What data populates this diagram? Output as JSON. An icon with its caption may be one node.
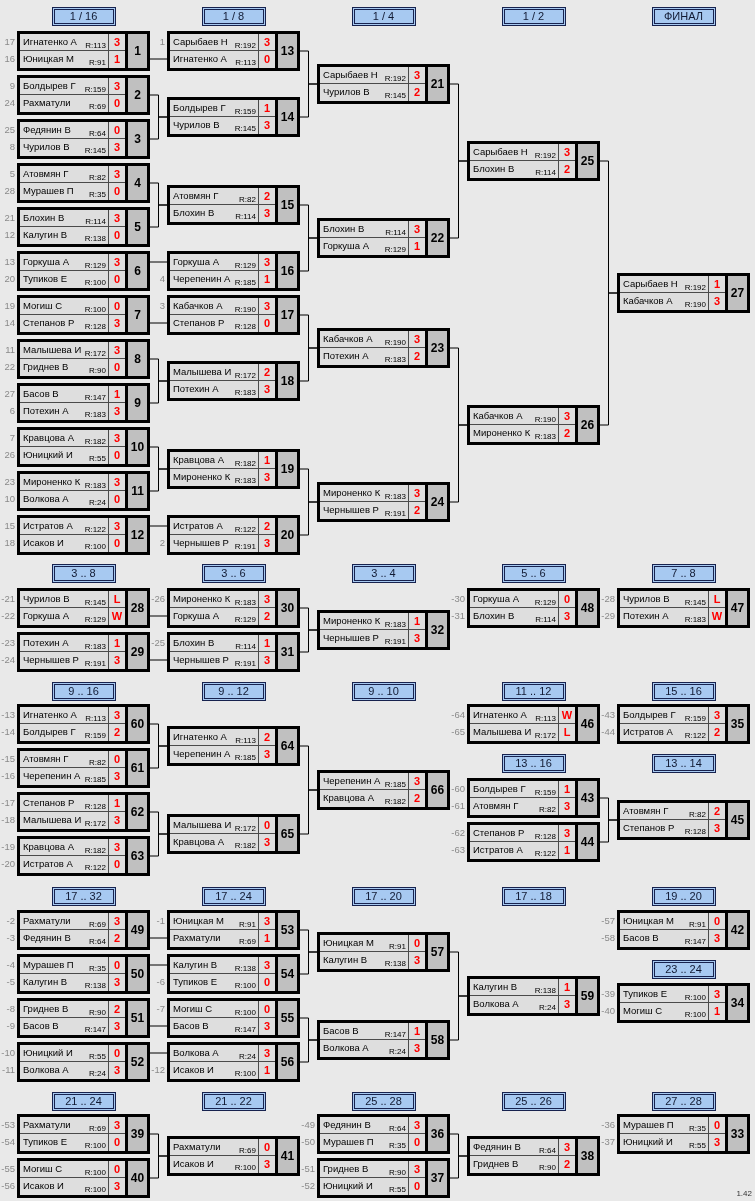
{
  "diagram": {
    "nodes": [
      {
        "text": [
          "1 / 16"
        ]
      },
      {
        "text": [
          "1 / 8"
        ]
      },
      {
        "text": [
          "1 / 4"
        ]
      },
      {
        "text": [
          "1 / 2"
        ]
      },
      {
        "text": [
          "ФИНАЛ"
        ]
      },
      {
        "text": [
          "Игнатенко А",
          "R:113",
          "3",
          "Юницкая М",
          "R:91",
          "1",
          "1"
        ],
        "beside": [
          "17",
          "16"
        ]
      },
      {
        "text": [
          "Болдырев Г",
          "R:159",
          "3",
          "Рахматули",
          "R:69",
          "0",
          "2"
        ],
        "beside": [
          "9",
          "24"
        ]
      },
      {
        "text": [
          "Федянин В",
          "R:64",
          "0",
          "Чурилов В",
          "R:145",
          "3",
          "3"
        ],
        "beside": [
          "25",
          "8"
        ]
      },
      {
        "text": [
          "Атовмян Г",
          "R:82",
          "3",
          "Мурашев П",
          "R:35",
          "0",
          "4"
        ],
        "beside": [
          "5",
          "28"
        ]
      },
      {
        "text": [
          "Блохин В",
          "R:114",
          "3",
          "Калугин В",
          "R:138",
          "0",
          "5"
        ],
        "beside": [
          "21",
          "12"
        ]
      },
      {
        "text": [
          "Горкуша А",
          "R:129",
          "3",
          "Тупиков Е",
          "R:100",
          "0",
          "6"
        ],
        "beside": [
          "13",
          "20"
        ]
      },
      {
        "text": [
          "Могиш С",
          "R:100",
          "0",
          "Степанов Р",
          "R:128",
          "3",
          "7"
        ],
        "beside": [
          "19",
          "14"
        ]
      },
      {
        "text": [
          "Малышева И",
          "R:172",
          "3",
          "Гриднев В",
          "R:90",
          "0",
          "8"
        ],
        "beside": [
          "11",
          "22"
        ]
      },
      {
        "text": [
          "Басов В",
          "R:147",
          "1",
          "Потехин А",
          "R:183",
          "3",
          "9"
        ],
        "beside": [
          "27",
          "6"
        ]
      },
      {
        "text": [
          "Кравцова А",
          "R:182",
          "3",
          "Юницкий И",
          "R:55",
          "0",
          "10"
        ],
        "beside": [
          "7",
          "26"
        ]
      },
      {
        "text": [
          "Мироненко К",
          "R:183",
          "3",
          "Волкова А",
          "R:24",
          "0",
          "11"
        ],
        "beside": [
          "23",
          "10"
        ]
      },
      {
        "text": [
          "Истратов А",
          "R:122",
          "3",
          "Исаков И",
          "R:100",
          "0",
          "12"
        ],
        "beside": [
          "15",
          "18"
        ]
      },
      {
        "text": [
          "Сарыбаев Н",
          "R:192",
          "3",
          "Игнатенко А",
          "R:113",
          "0",
          "13"
        ],
        "beside": [
          "1"
        ]
      },
      {
        "text": [
          "Болдырев Г",
          "R:159",
          "1",
          "Чурилов В",
          "R:145",
          "3",
          "14"
        ]
      },
      {
        "text": [
          "Атовмян Г",
          "R:82",
          "2",
          "Блохин В",
          "R:114",
          "3",
          "15"
        ]
      },
      {
        "text": [
          "Горкуша А",
          "R:129",
          "3",
          "Черепенин А",
          "R:185",
          "1",
          "16"
        ],
        "beside": [
          "4"
        ]
      },
      {
        "text": [
          "Кабачков А",
          "R:190",
          "3",
          "Степанов Р",
          "R:128",
          "0",
          "17"
        ],
        "beside": [
          "3"
        ]
      },
      {
        "text": [
          "Малышева И",
          "R:172",
          "2",
          "Потехин А",
          "R:183",
          "3",
          "18"
        ]
      },
      {
        "text": [
          "Кравцова А",
          "R:182",
          "1",
          "Мироненко К",
          "R:183",
          "3",
          "19"
        ]
      },
      {
        "text": [
          "Истратов А",
          "R:122",
          "2",
          "Чернышев Р",
          "R:191",
          "3",
          "20"
        ],
        "beside": [
          "2"
        ]
      },
      {
        "text": [
          "Сарыбаев Н",
          "R:192",
          "3",
          "Чурилов В",
          "R:145",
          "2",
          "21"
        ]
      },
      {
        "text": [
          "Блохин В",
          "R:114",
          "3",
          "Горкуша А",
          "R:129",
          "1",
          "22"
        ]
      },
      {
        "text": [
          "Кабачков А",
          "R:190",
          "3",
          "Потехин А",
          "R:183",
          "2",
          "23"
        ]
      },
      {
        "text": [
          "Мироненко К",
          "R:183",
          "3",
          "Чернышев Р",
          "R:191",
          "2",
          "24"
        ]
      },
      {
        "text": [
          "Сарыбаев Н",
          "R:192",
          "3",
          "Блохин В",
          "R:114",
          "2",
          "25"
        ]
      },
      {
        "text": [
          "Кабачков А",
          "R:190",
          "3",
          "Мироненко К",
          "R:183",
          "2",
          "26"
        ]
      },
      {
        "text": [
          "Сарыбаев Н",
          "R:192",
          "1",
          "Кабачков А",
          "R:190",
          "3",
          "27"
        ]
      },
      {
        "text": [
          "3 .. 8"
        ]
      },
      {
        "text": [
          "3 .. 6"
        ]
      },
      {
        "text": [
          "3 .. 4"
        ]
      },
      {
        "text": [
          "5 .. 6"
        ]
      },
      {
        "text": [
          "7 .. 8"
        ]
      },
      {
        "text": [
          "Чурилов В",
          "R:145",
          "L",
          "Горкуша А",
          "R:129",
          "W",
          "28"
        ],
        "beside": [
          "-21",
          "-22"
        ]
      },
      {
        "text": [
          "Потехин А",
          "R:183",
          "1",
          "Чернышев Р",
          "R:191",
          "3",
          "29"
        ],
        "beside": [
          "-23",
          "-24"
        ]
      },
      {
        "text": [
          "Мироненко К",
          "R:183",
          "3",
          "Горкуша А",
          "R:129",
          "2",
          "30"
        ],
        "beside": [
          "-26"
        ]
      },
      {
        "text": [
          "Блохин В",
          "R:114",
          "1",
          "Чернышев Р",
          "R:191",
          "3",
          "31"
        ],
        "beside": [
          "-25"
        ]
      },
      {
        "text": [
          "Мироненко К",
          "R:183",
          "1",
          "Чернышев Р",
          "R:191",
          "3",
          "32"
        ]
      },
      {
        "text": [
          "Горкуша А",
          "R:129",
          "0",
          "Блохин В",
          "R:114",
          "3",
          "48"
        ],
        "beside": [
          "-30",
          "-31"
        ]
      },
      {
        "text": [
          "Чурилов В",
          "R:145",
          "L",
          "Потехин А",
          "R:183",
          "W",
          "47"
        ],
        "beside": [
          "-28",
          "-29"
        ]
      },
      {
        "text": [
          "9 .. 16"
        ]
      },
      {
        "text": [
          "9 .. 12"
        ]
      },
      {
        "text": [
          "9 .. 10"
        ]
      },
      {
        "text": [
          "11 .. 12"
        ]
      },
      {
        "text": [
          "15 .. 16"
        ]
      },
      {
        "text": [
          "Игнатенко А",
          "R:113",
          "3",
          "Болдырев Г",
          "R:159",
          "2",
          "60"
        ],
        "beside": [
          "-13",
          "-14"
        ]
      },
      {
        "text": [
          "Атовмян Г",
          "R:82",
          "0",
          "Черепенин А",
          "R:185",
          "3",
          "61"
        ],
        "beside": [
          "-15",
          "-16"
        ]
      },
      {
        "text": [
          "Степанов Р",
          "R:128",
          "1",
          "Малышева И",
          "R:172",
          "3",
          "62"
        ],
        "beside": [
          "-17",
          "-18"
        ]
      },
      {
        "text": [
          "Кравцова А",
          "R:182",
          "3",
          "Истратов А",
          "R:122",
          "0",
          "63"
        ],
        "beside": [
          "-19",
          "-20"
        ]
      },
      {
        "text": [
          "Игнатенко А",
          "R:113",
          "2",
          "Черепенин А",
          "R:185",
          "3",
          "64"
        ]
      },
      {
        "text": [
          "Малышева И",
          "R:172",
          "0",
          "Кравцова А",
          "R:182",
          "3",
          "65"
        ]
      },
      {
        "text": [
          "Черепенин А",
          "R:185",
          "3",
          "Кравцова А",
          "R:182",
          "2",
          "66"
        ]
      },
      {
        "text": [
          "Игнатенко А",
          "R:113",
          "W",
          "Малышева И",
          "R:172",
          "L",
          "46"
        ],
        "beside": [
          "-64",
          "-65"
        ]
      },
      {
        "text": [
          "13 .. 16"
        ]
      },
      {
        "text": [
          "Болдырев Г",
          "R:159",
          "1",
          "Атовмян Г",
          "R:82",
          "3",
          "43"
        ],
        "beside": [
          "-60",
          "-61"
        ]
      },
      {
        "text": [
          "Степанов Р",
          "R:128",
          "3",
          "Истратов А",
          "R:122",
          "1",
          "44"
        ],
        "beside": [
          "-62",
          "-63"
        ]
      },
      {
        "text": [
          "Болдырев Г",
          "R:159",
          "3",
          "Истратов А",
          "R:122",
          "2",
          "35"
        ],
        "beside": [
          "-43",
          "-44"
        ]
      },
      {
        "text": [
          "13 .. 14"
        ]
      },
      {
        "text": [
          "Атовмян Г",
          "R:82",
          "2",
          "Степанов Р",
          "R:128",
          "3",
          "45"
        ]
      },
      {
        "text": [
          "17 .. 32"
        ]
      },
      {
        "text": [
          "17 .. 24"
        ]
      },
      {
        "text": [
          "17 .. 20"
        ]
      },
      {
        "text": [
          "17 .. 18"
        ]
      },
      {
        "text": [
          "19 .. 20"
        ]
      },
      {
        "text": [
          "Рахматули",
          "R:69",
          "3",
          "Федянин В",
          "R:64",
          "2",
          "49"
        ],
        "beside": [
          "-2",
          "-3"
        ]
      },
      {
        "text": [
          "Мурашев П",
          "R:35",
          "0",
          "Калугин В",
          "R:138",
          "3",
          "50"
        ],
        "beside": [
          "-4",
          "-5"
        ]
      },
      {
        "text": [
          "Гриднев В",
          "R:90",
          "2",
          "Басов В",
          "R:147",
          "3",
          "51"
        ],
        "beside": [
          "-8",
          "-9"
        ]
      },
      {
        "text": [
          "Юницкий И",
          "R:55",
          "0",
          "Волкова А",
          "R:24",
          "3",
          "52"
        ],
        "beside": [
          "-10",
          "-11"
        ]
      },
      {
        "text": [
          "Юницкая М",
          "R:91",
          "3",
          "Рахматули",
          "R:69",
          "1",
          "53"
        ],
        "beside": [
          "-1"
        ]
      },
      {
        "text": [
          "Калугин В",
          "R:138",
          "3",
          "Тупиков Е",
          "R:100",
          "0",
          "54"
        ],
        "beside": [
          "-6"
        ]
      },
      {
        "text": [
          "Могиш С",
          "R:100",
          "0",
          "Басов В",
          "R:147",
          "3",
          "55"
        ],
        "beside": [
          "-7"
        ]
      },
      {
        "text": [
          "Волкова А",
          "R:24",
          "3",
          "Исаков И",
          "R:100",
          "1",
          "56"
        ],
        "beside": [
          "-12"
        ]
      },
      {
        "text": [
          "Юницкая М",
          "R:91",
          "0",
          "Калугин В",
          "R:138",
          "3",
          "57"
        ]
      },
      {
        "text": [
          "Басов В",
          "R:147",
          "1",
          "Волкова А",
          "R:24",
          "3",
          "58"
        ]
      },
      {
        "text": [
          "Калугин В",
          "R:138",
          "1",
          "Волкова А",
          "R:24",
          "3",
          "59"
        ]
      },
      {
        "text": [
          "Юницкая М",
          "R:91",
          "0",
          "Басов В",
          "R:147",
          "3",
          "42"
        ],
        "beside": [
          "-57",
          "-58"
        ]
      },
      {
        "text": [
          "23 .. 24"
        ]
      },
      {
        "text": [
          "Тупиков Е",
          "R:100",
          "3",
          "Могиш С",
          "R:100",
          "1",
          "34"
        ],
        "beside": [
          "-39",
          "-40"
        ]
      },
      {
        "text": [
          "21 .. 24"
        ]
      },
      {
        "text": [
          "21 .. 22"
        ]
      },
      {
        "text": [
          "25 .. 28"
        ]
      },
      {
        "text": [
          "25 .. 26"
        ]
      },
      {
        "text": [
          "27 .. 28"
        ]
      },
      {
        "text": [
          "Рахматули",
          "R:69",
          "3",
          "Тупиков Е",
          "R:100",
          "0",
          "39"
        ],
        "beside": [
          "-53",
          "-54"
        ]
      },
      {
        "text": [
          "Могиш С",
          "R:100",
          "0",
          "Исаков И",
          "R:100",
          "3",
          "40"
        ],
        "beside": [
          "-55",
          "-56"
        ]
      },
      {
        "text": [
          "Рахматули",
          "R:69",
          "0",
          "Исаков И",
          "R:100",
          "3",
          "41"
        ]
      },
      {
        "text": [
          "Федянин В",
          "R:64",
          "3",
          "Мурашев П",
          "R:35",
          "0",
          "36"
        ],
        "beside": [
          "-49",
          "-50"
        ]
      },
      {
        "text": [
          "Гриднев В",
          "R:90",
          "3",
          "Юницкий И",
          "R:55",
          "0",
          "37"
        ],
        "beside": [
          "-51",
          "-52"
        ]
      },
      {
        "text": [
          "Федянин В",
          "R:64",
          "3",
          "Гриднев В",
          "R:90",
          "2",
          "38"
        ]
      },
      {
        "text": [
          "Мурашев П",
          "R:35",
          "0",
          "Юницкий И",
          "R:55",
          "3",
          "33"
        ],
        "beside": [
          "-36",
          "-37"
        ]
      }
    ],
    "edges": [
      {
        "from": 5,
        "to": 17,
        "arrow": "none"
      },
      {
        "from": 6,
        "to": 18,
        "arrow": "none"
      },
      {
        "from": 7,
        "to": 18,
        "arrow": "none"
      },
      {
        "from": 8,
        "to": 19,
        "arrow": "none"
      },
      {
        "from": 9,
        "to": 19,
        "arrow": "none"
      },
      {
        "from": 10,
        "to": 20,
        "arrow": "none"
      },
      {
        "from": 11,
        "to": 21,
        "arrow": "none"
      },
      {
        "from": 12,
        "to": 22,
        "arrow": "none"
      },
      {
        "from": 13,
        "to": 22,
        "arrow": "none"
      },
      {
        "from": 14,
        "to": 23,
        "arrow": "none"
      },
      {
        "from": 15,
        "to": 23,
        "arrow": "none"
      },
      {
        "from": 16,
        "to": 24,
        "arrow": "none"
      },
      {
        "from": 17,
        "to": 25,
        "arrow": "none"
      },
      {
        "from": 18,
        "to": 25,
        "arrow": "none"
      },
      {
        "from": 19,
        "to": 26,
        "arrow": "none"
      },
      {
        "from": 20,
        "to": 26,
        "arrow": "none"
      },
      {
        "from": 21,
        "to": 27,
        "arrow": "none"
      },
      {
        "from": 22,
        "to": 27,
        "arrow": "none"
      },
      {
        "from": 23,
        "to": 28,
        "arrow": "none"
      },
      {
        "from": 24,
        "to": 28,
        "arrow": "none"
      },
      {
        "from": 25,
        "to": 29,
        "arrow": "none"
      },
      {
        "from": 26,
        "to": 29,
        "arrow": "none"
      },
      {
        "from": 27,
        "to": 30,
        "arrow": "none"
      },
      {
        "from": 28,
        "to": 30,
        "arrow": "none"
      },
      {
        "from": 29,
        "to": 31,
        "arrow": "none"
      },
      {
        "from": 30,
        "to": 31,
        "arrow": "none"
      },
      {
        "from": 37,
        "to": 39,
        "arrow": "none"
      },
      {
        "from": 38,
        "to": 40,
        "arrow": "none"
      },
      {
        "from": 39,
        "to": 41,
        "arrow": "none"
      },
      {
        "from": 40,
        "to": 41,
        "arrow": "none"
      },
      {
        "from": 49,
        "to": 53,
        "arrow": "none"
      },
      {
        "from": 50,
        "to": 53,
        "arrow": "none"
      },
      {
        "from": 51,
        "to": 54,
        "arrow": "none"
      },
      {
        "from": 52,
        "to": 54,
        "arrow": "none"
      },
      {
        "from": 53,
        "to": 55,
        "arrow": "none"
      },
      {
        "from": 54,
        "to": 55,
        "arrow": "none"
      },
      {
        "from": 58,
        "to": 62,
        "arrow": "none"
      },
      {
        "from": 59,
        "to": 62,
        "arrow": "none"
      },
      {
        "from": 68,
        "to": 72,
        "arrow": "none"
      },
      {
        "from": 69,
        "to": 73,
        "arrow": "none"
      },
      {
        "from": 70,
        "to": 74,
        "arrow": "none"
      },
      {
        "from": 71,
        "to": 75,
        "arrow": "none"
      },
      {
        "from": 72,
        "to": 76,
        "arrow": "none"
      },
      {
        "from": 73,
        "to": 76,
        "arrow": "none"
      },
      {
        "from": 74,
        "to": 77,
        "arrow": "none"
      },
      {
        "from": 75,
        "to": 77,
        "arrow": "none"
      },
      {
        "from": 76,
        "to": 78,
        "arrow": "none"
      },
      {
        "from": 77,
        "to": 78,
        "arrow": "none"
      },
      {
        "from": 87,
        "to": 89,
        "arrow": "none"
      },
      {
        "from": 88,
        "to": 89,
        "arrow": "none"
      },
      {
        "from": 90,
        "to": 92,
        "arrow": "none"
      },
      {
        "from": 91,
        "to": 92,
        "arrow": "none"
      }
    ],
    "labels": [
      "1.42"
    ]
  }
}
